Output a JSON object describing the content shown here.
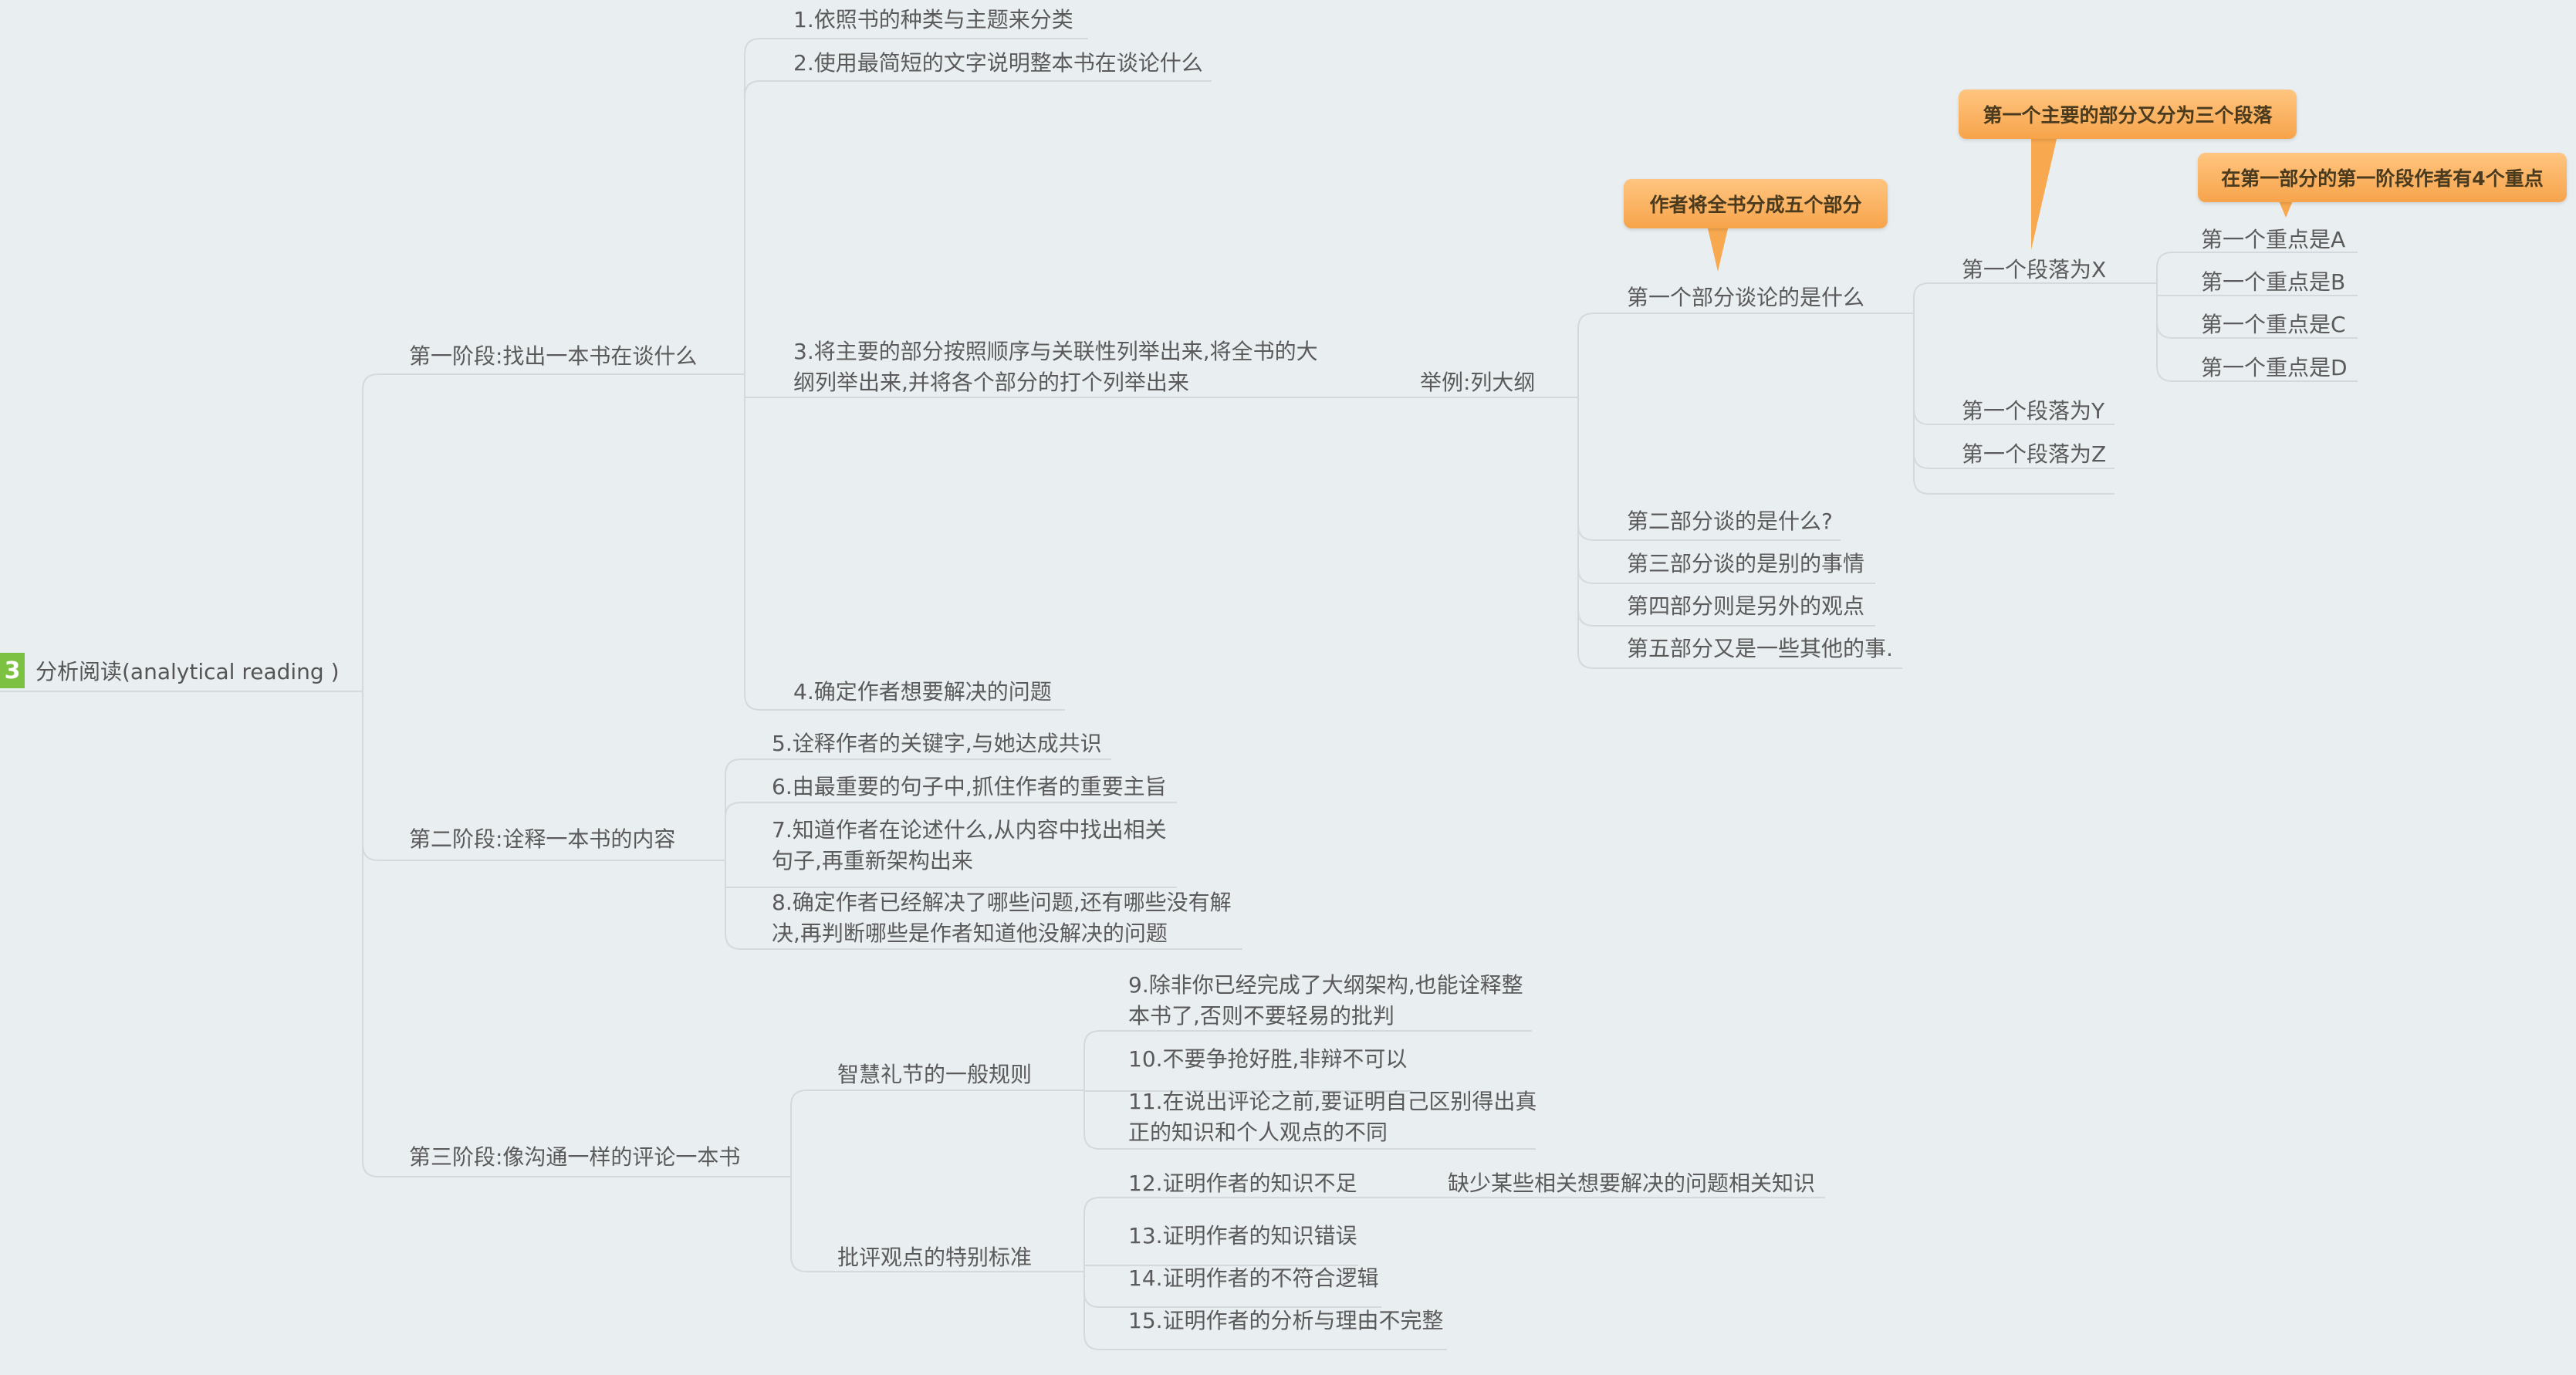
{
  "root": {
    "badge": "3",
    "label": "分析阅读(analytical reading )"
  },
  "stage1": {
    "label": "第一阶段:找出一本书在谈什么",
    "items": [
      "1.依照书的种类与主题来分类",
      "2.使用最简短的文字说明整本书在谈论什么",
      "3.将主要的部分按照顺序与关联性列举出来,将全书的大纲列举出来,并将各个部分的打个列举出来",
      "4.确定作者想要解决的问题"
    ],
    "example": {
      "label": "举例:列大纲",
      "parts": [
        "第一个部分谈论的是什么",
        "第二部分谈的是什么?",
        "第三部分谈的是别的事情",
        "第四部分则是另外的观点",
        "第五部分又是一些其他的事."
      ],
      "paragraphs": [
        "第一个段落为X",
        "第一个段落为Y",
        "第一个段落为Z"
      ],
      "points": [
        "第一个重点是A",
        "第一个重点是B",
        "第一个重点是C",
        "第一个重点是D"
      ]
    },
    "callouts": {
      "five_parts": "作者将全书分成五个部分",
      "three_paragraphs": "第一个主要的部分又分为三个段落",
      "four_points": "在第一部分的第一阶段作者有4个重点"
    }
  },
  "stage2": {
    "label": "第二阶段:诠释一本书的内容",
    "items": [
      "5.诠释作者的关键字,与她达成共识",
      "6.由最重要的句子中,抓住作者的重要主旨",
      "7.知道作者在论述什么,从内容中找出相关句子,再重新架构出来",
      "8.确定作者已经解决了哪些问题,还有哪些没有解决,再判断哪些是作者知道他没解决的问题"
    ]
  },
  "stage3": {
    "label": "第三阶段:像沟通一样的评论一本书",
    "groups": [
      {
        "label": "智慧礼节的一般规则",
        "items": [
          "9.除非你已经完成了大纲架构,也能诠释整本书了,否则不要轻易的批判",
          "10.不要争抢好胜,非辩不可以",
          "11.在说出评论之前,要证明自己区别得出真正的知识和个人观点的不同"
        ]
      },
      {
        "label": "批评观点的特别标准",
        "items": [
          "12.证明作者的知识不足",
          "13.证明作者的知识错误",
          "14.证明作者的不符合逻辑",
          "15.证明作者的分析与理由不完整"
        ],
        "note": "缺少某些相关想要解决的问题相关知识"
      }
    ]
  }
}
